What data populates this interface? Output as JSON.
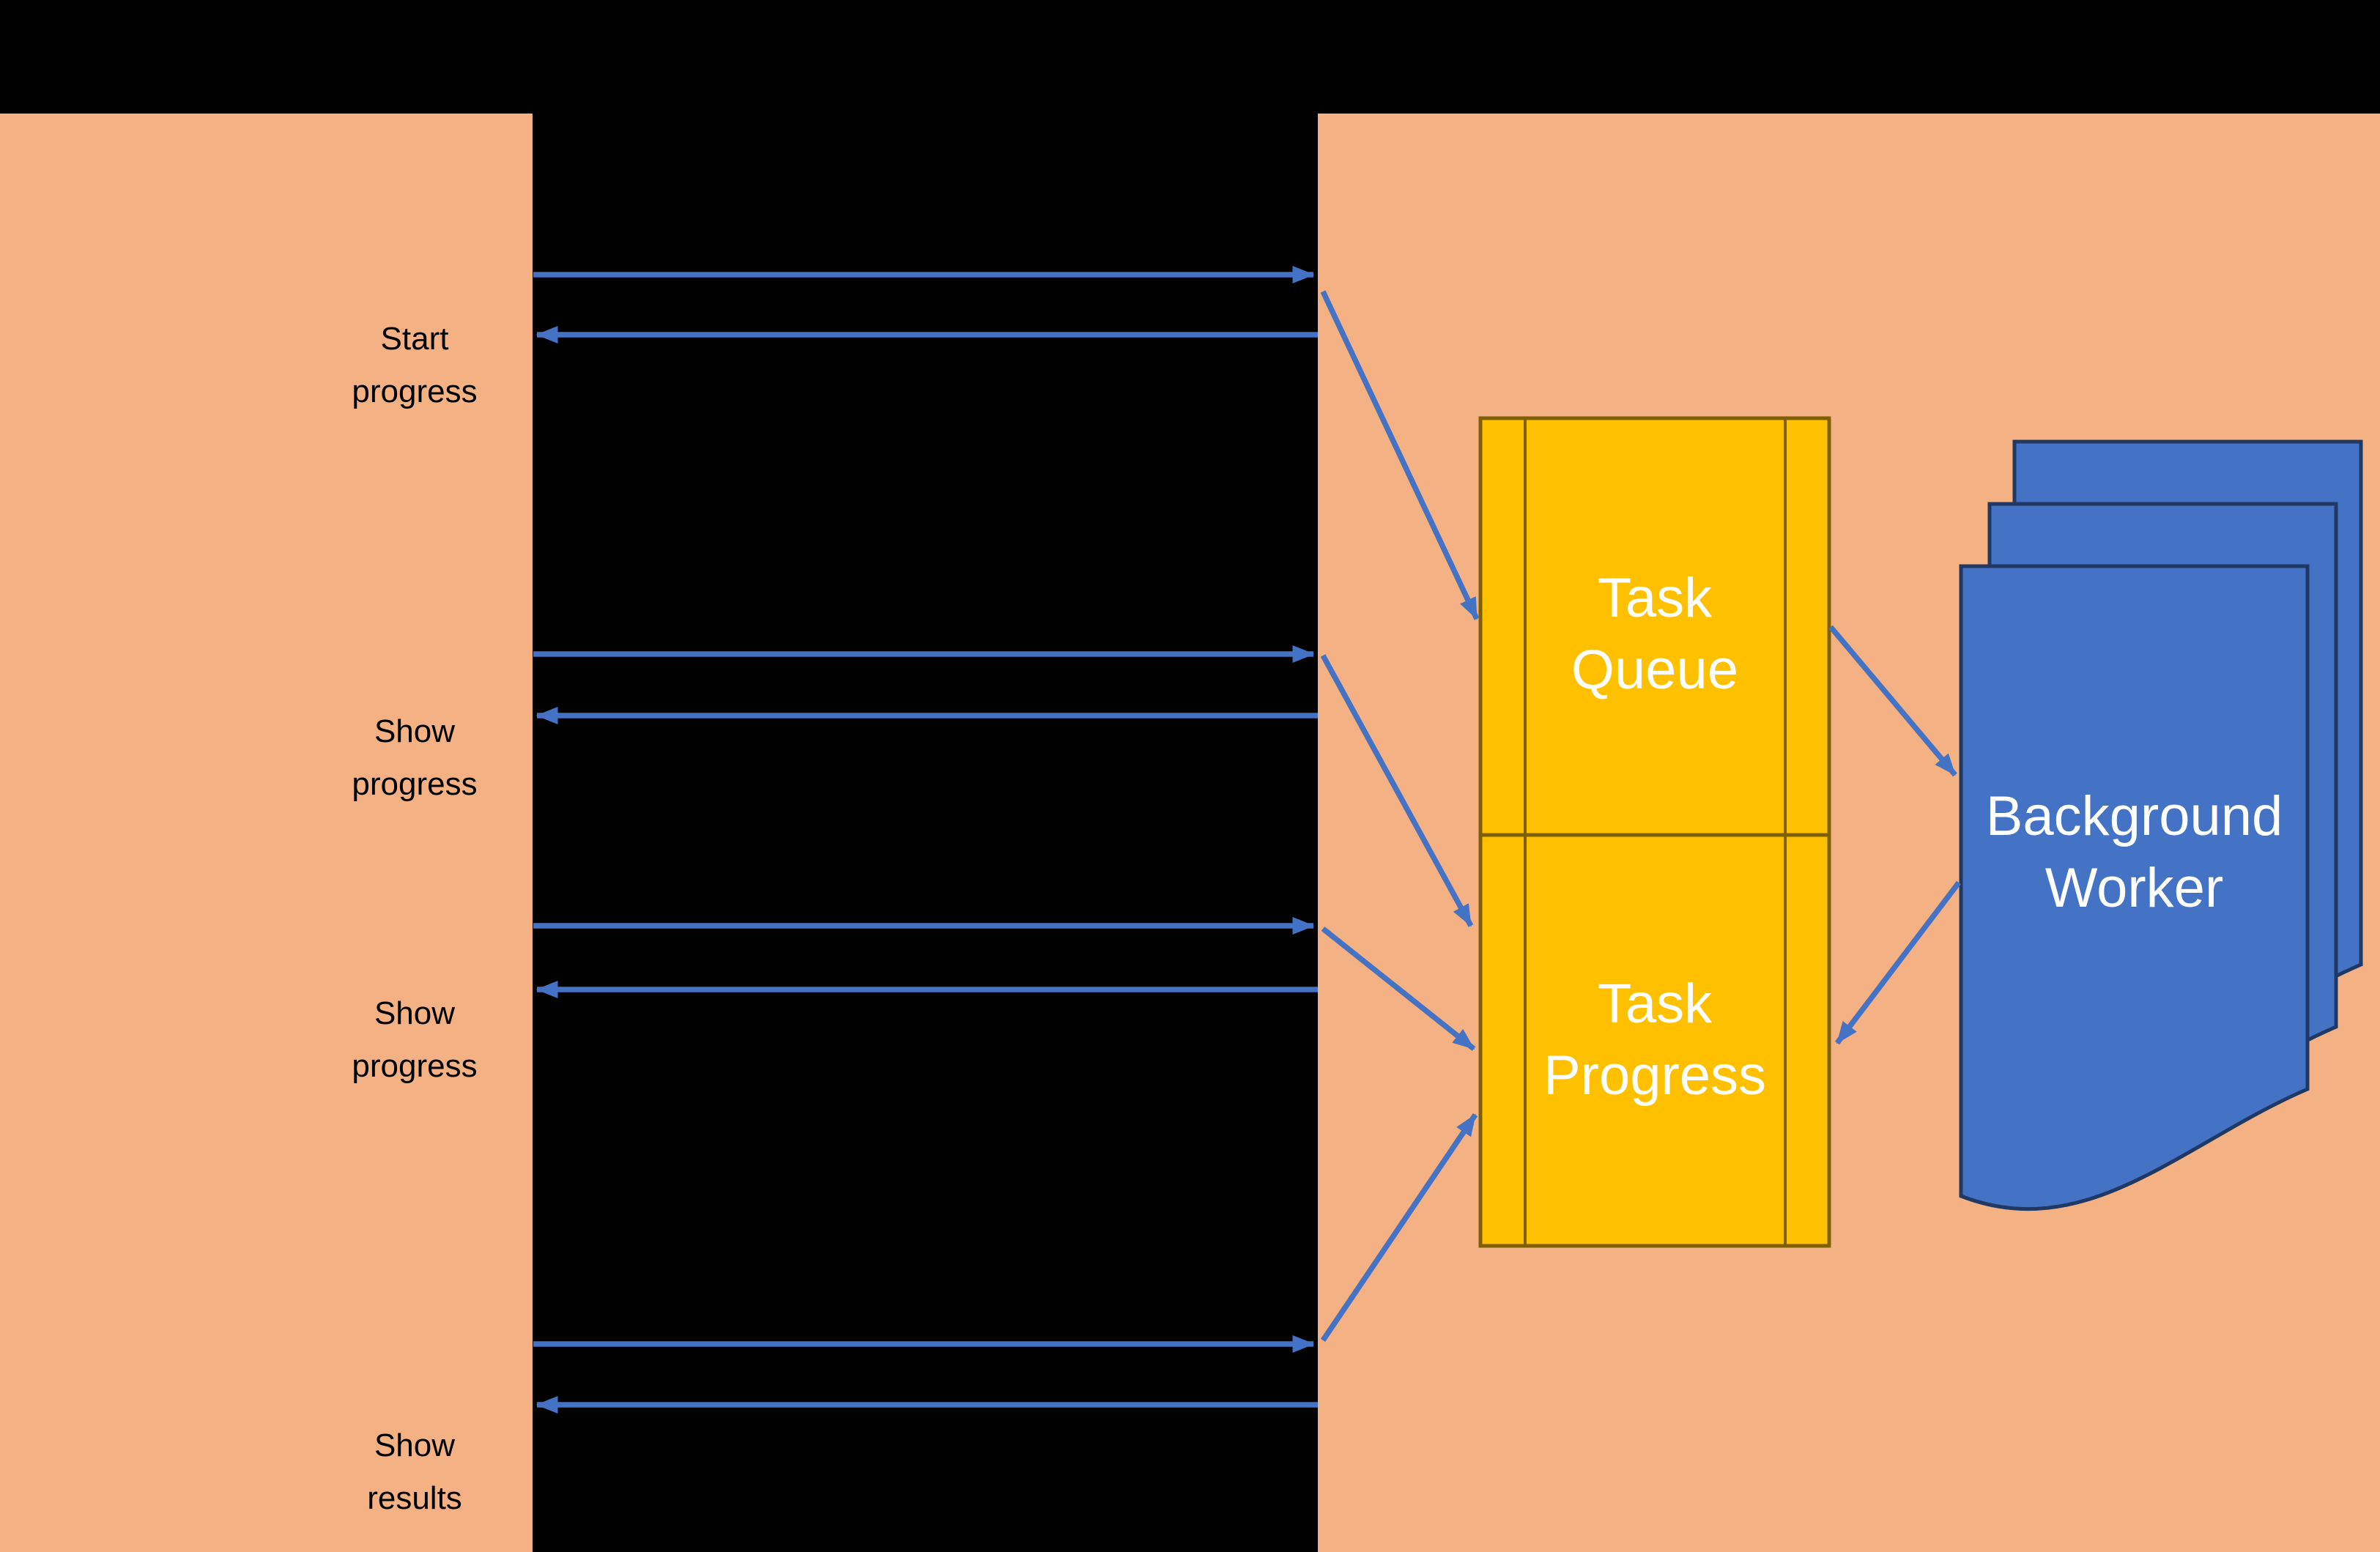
{
  "colors": {
    "background": "#000000",
    "panel_orange": "#F4B183",
    "gold_fill": "#FFC000",
    "gold_border": "#7F6000",
    "doc_blue_fill": "#4472C4",
    "doc_blue_border": "#203864",
    "arrow_blue": "#4472C4",
    "label_text": "#000000",
    "node_text": "#FFFFFF"
  },
  "left_labels": [
    {
      "line1": "Start",
      "line2": "progress"
    },
    {
      "line1": "Show",
      "line2": "progress"
    },
    {
      "line1": "Show",
      "line2": "progress"
    },
    {
      "line1": "Show",
      "line2": "results"
    }
  ],
  "nodes": {
    "task_queue": {
      "line1": "Task",
      "line2": "Queue"
    },
    "task_progress": {
      "line1": "Task",
      "line2": "Progress"
    },
    "background_worker": {
      "line1": "Background",
      "line2": "Worker"
    }
  }
}
